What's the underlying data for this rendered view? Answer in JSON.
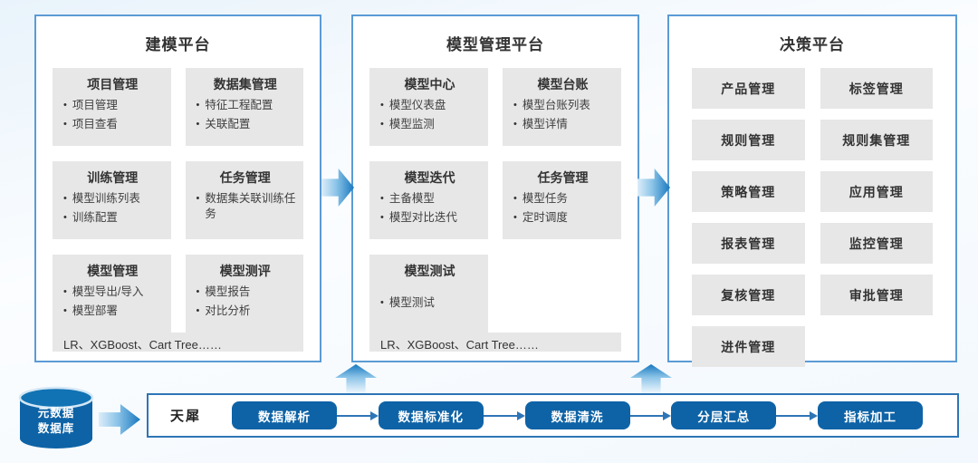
{
  "panels": [
    {
      "id": "modeling-platform",
      "title": "建模平台",
      "modules": [
        {
          "title": "项目管理",
          "items": [
            "项目管理",
            "项目查看"
          ]
        },
        {
          "title": "数据集管理",
          "items": [
            "特征工程配置",
            "关联配置"
          ]
        },
        {
          "title": "训练管理",
          "items": [
            "模型训练列表",
            "训练配置"
          ]
        },
        {
          "title": "任务管理",
          "items": [
            "数据集关联训练任务"
          ]
        },
        {
          "title": "模型管理",
          "items": [
            "模型导出/导入",
            "模型部署"
          ]
        },
        {
          "title": "模型测评",
          "items": [
            "模型报告",
            "对比分析"
          ]
        }
      ],
      "footer": "LR、XGBoost、Cart Tree……"
    },
    {
      "id": "model-management-platform",
      "title": "模型管理平台",
      "modules": [
        {
          "title": "模型中心",
          "items": [
            "模型仪表盘",
            "模型监测"
          ]
        },
        {
          "title": "模型台账",
          "items": [
            "模型台账列表",
            "模型详情"
          ]
        },
        {
          "title": "模型迭代",
          "items": [
            "主备模型",
            "模型对比迭代"
          ]
        },
        {
          "title": "任务管理",
          "items": [
            "模型任务",
            "定时调度"
          ]
        },
        {
          "title": "模型测试",
          "items": [
            "模型测试"
          ]
        }
      ],
      "footer": "LR、XGBoost、Cart Tree……"
    },
    {
      "id": "decision-platform",
      "title": "决策平台",
      "tiles": [
        "产品管理",
        "标签管理",
        "规则管理",
        "规则集管理",
        "策略管理",
        "应用管理",
        "报表管理",
        "监控管理",
        "复核管理",
        "审批管理",
        "进件管理"
      ]
    }
  ],
  "datasource": {
    "line1": "元数据",
    "line2": "数据库"
  },
  "pipeline": {
    "label": "天犀",
    "steps": [
      "数据解析",
      "数据标准化",
      "数据清洗",
      "分层汇总",
      "指标加工"
    ]
  },
  "colors": {
    "primary_blue": "#0e63a6",
    "panel_border": "#5b9bd5",
    "pipeline_border": "#2e75b6",
    "module_bg": "#e7e7e7",
    "arrow_gradient_light": "#dcedf9",
    "arrow_gradient_dark": "#1878bf",
    "text_dark": "#333333"
  }
}
